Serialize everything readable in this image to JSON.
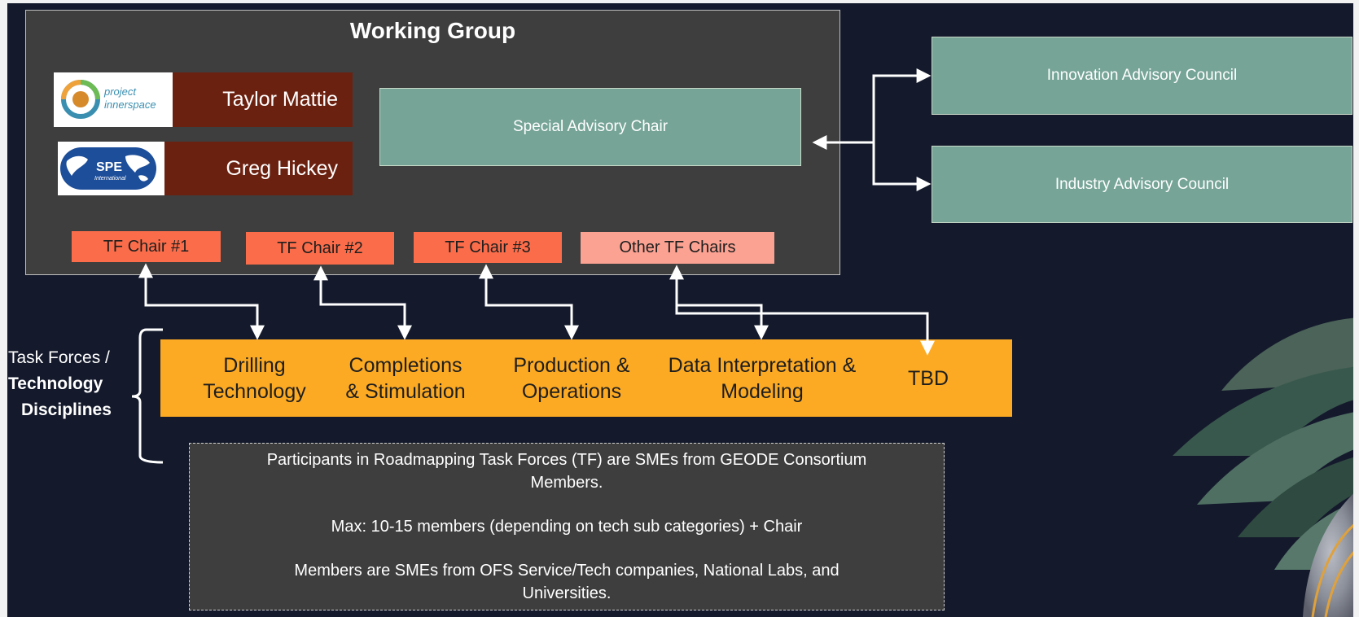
{
  "working_group": {
    "title": "Working Group",
    "members": [
      {
        "name": "Taylor Mattie",
        "logo_text_1": "project",
        "logo_text_2": "innerspace"
      },
      {
        "name": "Greg Hickey",
        "logo_text_1": "SPE",
        "logo_text_2": "International"
      }
    ],
    "special_advisory_chair": "Special Advisory Chair",
    "tf_chairs": [
      "TF Chair #1",
      "TF Chair #2",
      "TF Chair #3",
      "Other TF Chairs"
    ]
  },
  "advisory_councils": {
    "innovation": "Innovation Advisory Council",
    "industry": "Industry Advisory Council"
  },
  "task_forces": {
    "label_line_1": "Task Forces /",
    "label_line_2": "Technology",
    "label_line_3": "Disciplines",
    "disciplines": [
      "Drilling\nTechnology",
      "Completions\n& Stimulation",
      "Production &\nOperations",
      "Data Interpretation &\nModeling",
      "TBD"
    ]
  },
  "participants": {
    "line_1": "Participants in Roadmapping Task Forces (TF) are SMEs from GEODE Consortium",
    "line_2": "Members.",
    "line_3": "Max: 10-15 members (depending on tech sub categories) + Chair",
    "line_4": "Members are SMEs from OFS Service/Tech companies, National Labs, and",
    "line_5": "Universities."
  },
  "colors": {
    "background": "#141a2c",
    "panel": "#3e3e3e",
    "name_bar": "#6b2110",
    "advisory_teal": "#76a497",
    "tf_chair": "#fb6d4a",
    "tf_chair_other": "#fba292",
    "discipline_band": "#fcaa24"
  }
}
